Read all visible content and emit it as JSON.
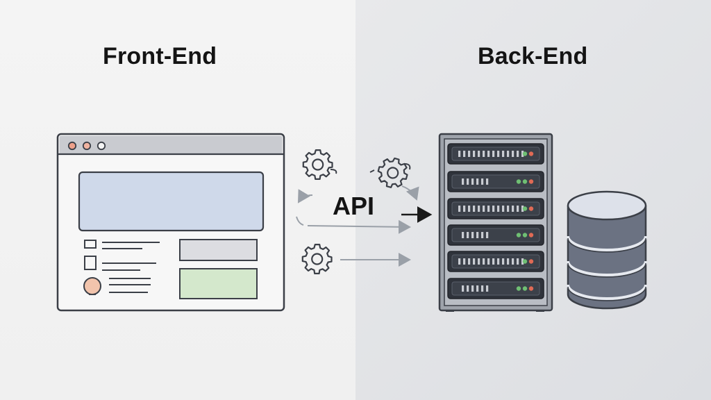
{
  "diagram": {
    "front_end_title": "Front-End",
    "back_end_title": "Back-End",
    "api_label": "API"
  },
  "icons": {
    "gears": [
      "gear-icon",
      "gear-icon",
      "gear-icon",
      "gear-icon"
    ],
    "browser": "browser-window-icon",
    "server": "server-rack-icon",
    "database": "database-icon"
  },
  "colors": {
    "outline": "#3b3f47",
    "browser_content_block": "#cfd9ea",
    "browser_accent_block": "#d4e8cc",
    "browser_gray_block": "#dcdde1",
    "server_body": "#9ea3ab",
    "database_body": "#6b7282",
    "database_top": "#dde1ea",
    "led_green": "#6fbf73",
    "led_red": "#e06a55"
  }
}
